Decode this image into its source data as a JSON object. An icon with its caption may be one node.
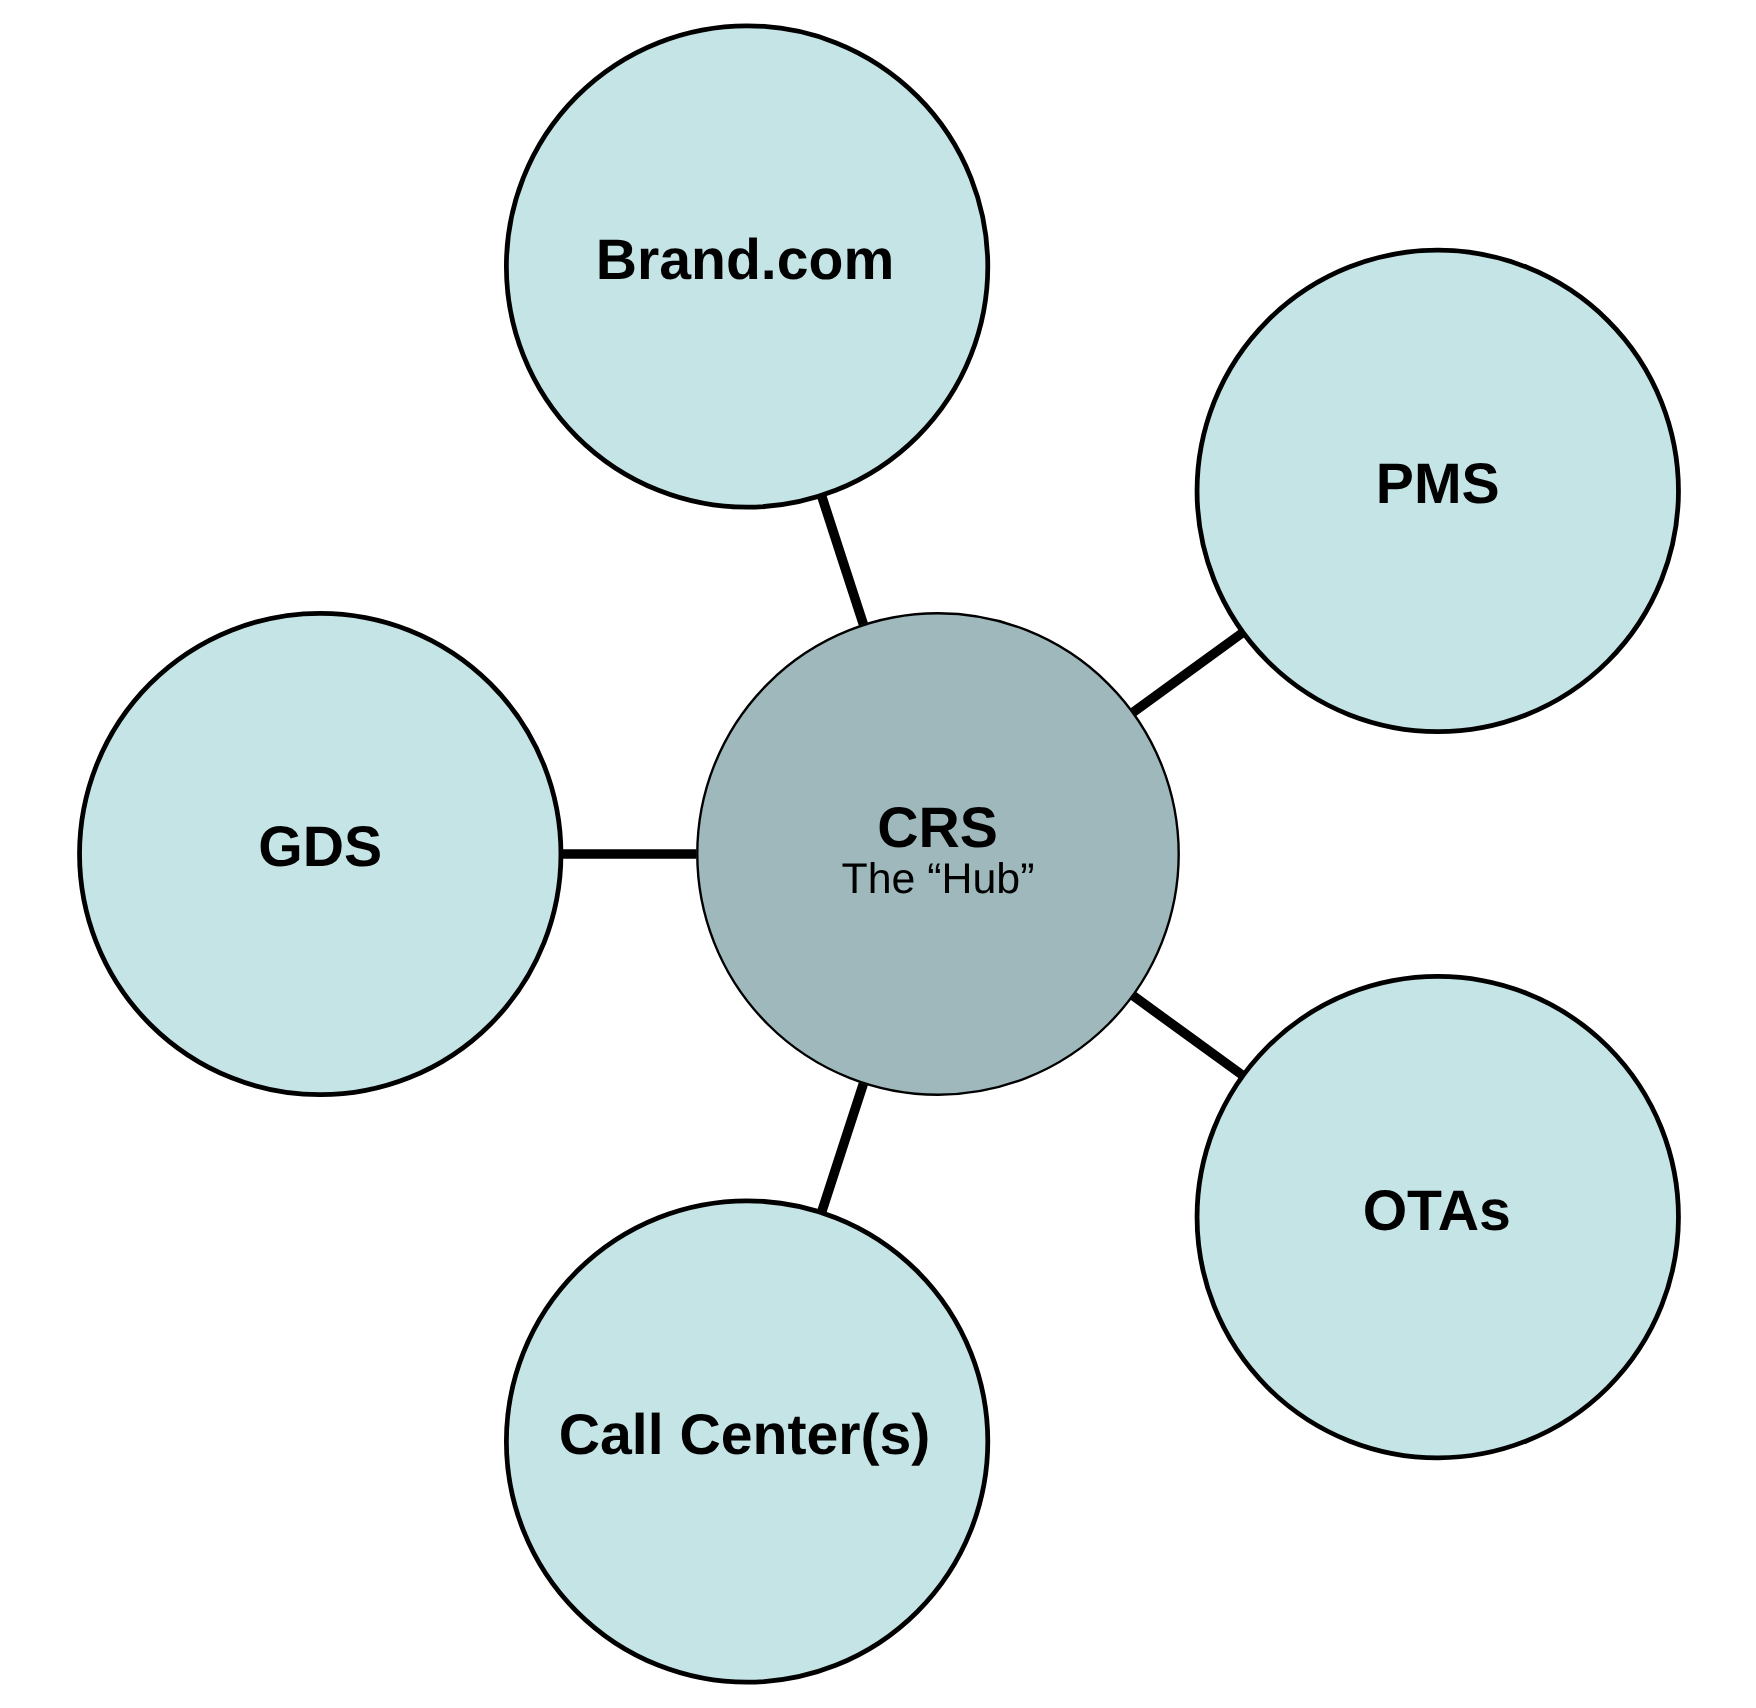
{
  "diagram": {
    "nodes": [
      {
        "text": [
          "PMS"
        ]
      },
      {
        "text": [
          "Brand.com"
        ]
      },
      {
        "text": [
          "GDS"
        ]
      },
      {
        "text": [
          "CRS",
          "The “Hub”"
        ]
      },
      {
        "text": [
          "Call Center(s)"
        ]
      },
      {
        "text": [
          "OTAs"
        ]
      }
    ],
    "edges": [
      {
        "from": 3,
        "to": 0,
        "arrow": "none"
      },
      {
        "from": 3,
        "to": 2,
        "arrow": "none"
      },
      {
        "from": 3,
        "to": 5,
        "arrow": "none"
      },
      {
        "from": 3,
        "to": 4,
        "arrow": "none"
      },
      {
        "from": 3,
        "to": 1,
        "arrow": "none"
      }
    ]
  }
}
